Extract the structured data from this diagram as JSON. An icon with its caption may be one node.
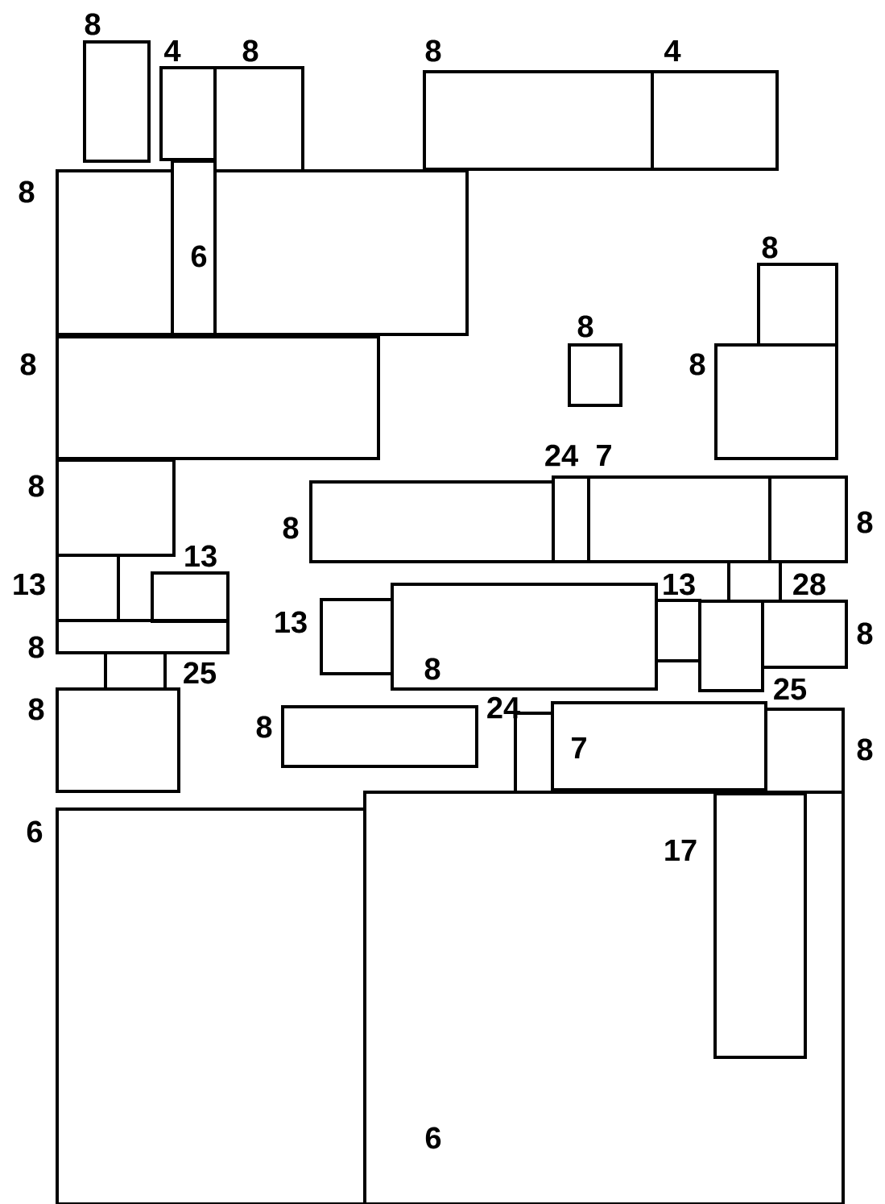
{
  "diagram": {
    "nodes": [
      {
        "text": [],
        "shape": "box",
        "beside": [
          "8"
        ]
      },
      {
        "text": [],
        "shape": "box",
        "beside": [
          "4"
        ]
      },
      {
        "text": [],
        "shape": "box",
        "beside": [
          "8"
        ]
      },
      {
        "text": [],
        "shape": "box",
        "beside": [
          "8"
        ]
      },
      {
        "text": [],
        "shape": "box",
        "beside": [
          "4"
        ]
      },
      {
        "text": [],
        "shape": "box",
        "beside": [
          "8"
        ]
      },
      {
        "text": [
          "6"
        ]
      },
      {
        "text": [],
        "shape": "box"
      },
      {
        "text": [],
        "shape": "box",
        "beside": [
          "8"
        ]
      },
      {
        "text": [],
        "shape": "box",
        "beside": [
          "8"
        ]
      },
      {
        "text": [],
        "shape": "box",
        "beside": [
          "8"
        ]
      },
      {
        "text": [],
        "shape": "box",
        "beside": [
          "8"
        ]
      },
      {
        "text": [],
        "shape": "box",
        "beside": [
          "8"
        ]
      },
      {
        "text": [],
        "shape": "box",
        "beside": [
          "8"
        ]
      },
      {
        "text": [],
        "shape": "box",
        "beside": [
          "24"
        ]
      },
      {
        "text": [],
        "shape": "box",
        "beside": [
          "7"
        ]
      },
      {
        "text": [],
        "shape": "box",
        "beside": [
          "8"
        ]
      },
      {
        "text": [],
        "shape": "box",
        "beside": [
          "13"
        ]
      },
      {
        "text": [],
        "shape": "box",
        "beside": [
          "13"
        ]
      },
      {
        "text": [],
        "shape": "box",
        "beside": [
          "8"
        ]
      },
      {
        "text": [],
        "shape": "box",
        "beside": [
          "25"
        ]
      },
      {
        "text": [],
        "shape": "box",
        "beside": [
          "8"
        ]
      },
      {
        "text": [],
        "shape": "box",
        "beside": [
          "13"
        ]
      },
      {
        "text": [
          "8"
        ]
      },
      {
        "text": [],
        "shape": "box",
        "beside": [
          "13"
        ]
      },
      {
        "text": [],
        "shape": "box",
        "beside": [
          "28"
        ]
      },
      {
        "text": [],
        "shape": "box",
        "beside": [
          "25"
        ]
      },
      {
        "text": [],
        "shape": "box",
        "beside": [
          "8"
        ]
      },
      {
        "text": [],
        "shape": "box",
        "beside": [
          "8"
        ]
      },
      {
        "text": [],
        "shape": "box",
        "beside": [
          "24"
        ]
      },
      {
        "text": [
          "7"
        ]
      },
      {
        "text": [],
        "shape": "box",
        "beside": [
          "8"
        ]
      },
      {
        "text": [],
        "shape": "box",
        "beside": [
          "6"
        ]
      },
      {
        "text": [
          "6"
        ]
      },
      {
        "text": [],
        "shape": "box",
        "beside": [
          "17"
        ],
        "in": 33
      }
    ]
  }
}
